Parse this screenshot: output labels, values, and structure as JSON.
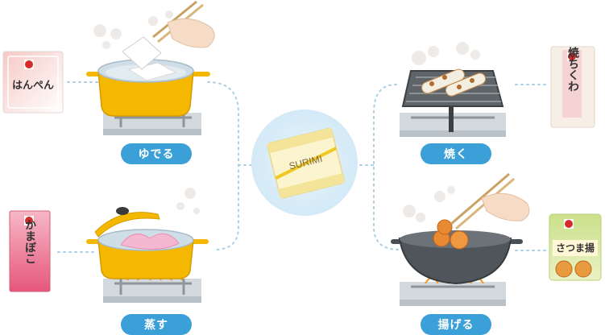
{
  "center": {
    "package_label": "SURIMI"
  },
  "methods": [
    {
      "id": "boil",
      "label": "ゆでる",
      "product": "はんぺん"
    },
    {
      "id": "steam",
      "label": "蒸す",
      "product": "かまぼこ"
    },
    {
      "id": "grill",
      "label": "焼く",
      "product": "焼ちくわ"
    },
    {
      "id": "fry",
      "label": "揚げる",
      "product": "さつま揚"
    }
  ],
  "colors": {
    "accent": "#3b9fd8",
    "pot": "#f5b800",
    "connector": "#a9cfe6",
    "stove": "#b9c2c8"
  }
}
